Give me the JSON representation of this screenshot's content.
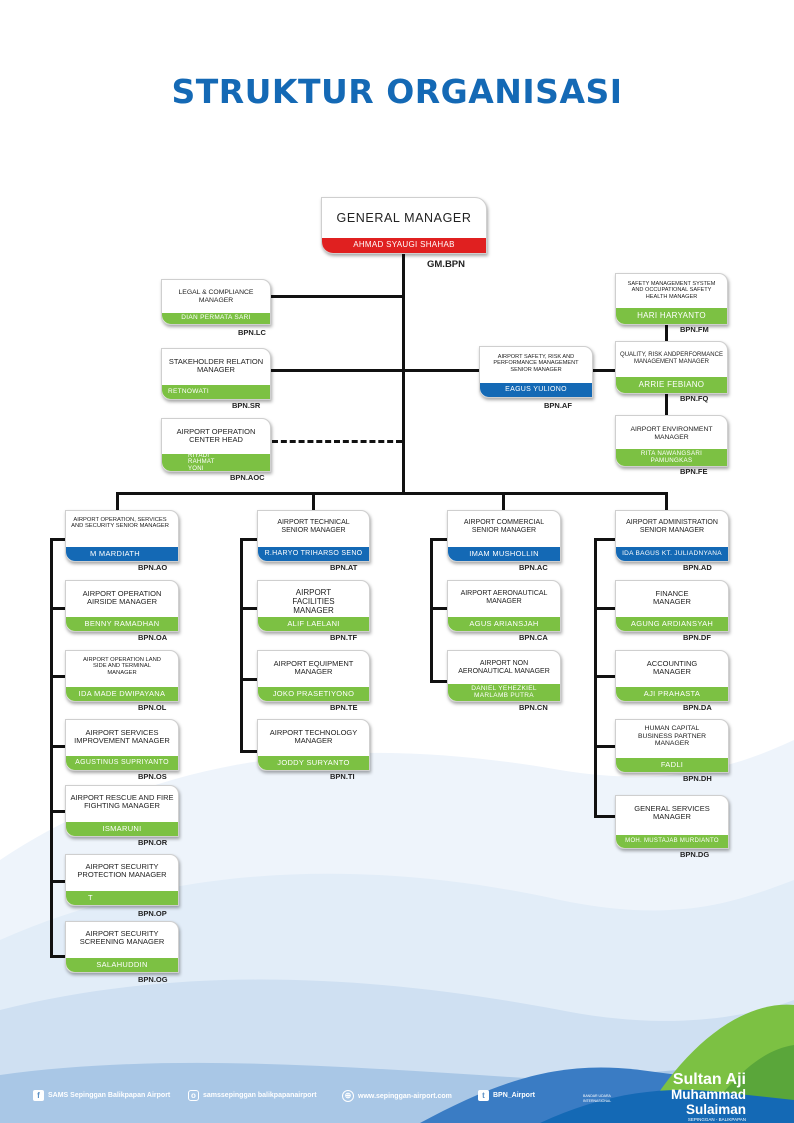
{
  "title": "STRUKTUR ORGANISASI",
  "colors": {
    "blue": "#1469b5",
    "green": "#7cc143",
    "red": "#e02020"
  },
  "gm": {
    "title": "GENERAL MANAGER",
    "name": "AHMAD SYAUGI SHAHAB",
    "code": "GM.BPN"
  },
  "lc": {
    "title": "LEGAL & COMPLIANCE MANAGER",
    "name": "DIAN PERMATA SARI",
    "code": "BPN.LC"
  },
  "sr": {
    "title": "STAKEHOLDER RELATION MANAGER",
    "name": "RETNOWATI",
    "code": "BPN.SR"
  },
  "aoc": {
    "title": "AIRPORT OPERATION CENTER HEAD",
    "name": "SELAMAT RIYADI RAHMAT YONI SAPUTRA",
    "code": "BPN.AOC"
  },
  "af": {
    "title": "AIRPORT SAFETY, RISK AND PERFORMANCE MANAGEMENT SENIOR MANAGER",
    "name": "EAGUS YULIONO",
    "code": "BPN.AF"
  },
  "fm": {
    "title": "SAFETY MANAGEMENT SYSTEM AND OCCUPATIONAL SAFETY HEALTH MANAGER",
    "name": "HARI HARYANTO",
    "code": "BPN.FM"
  },
  "fq": {
    "title": "QUALITY, RISK ANDPERFORMANCE MANAGEMENT MANAGER",
    "name": "ARRIE FEBIANO",
    "code": "BPN.FQ"
  },
  "fe": {
    "title": "AIRPORT ENVIRONMENT MANAGER",
    "name": "RITA NAWANGSARI PAMUNGKAS",
    "code": "BPN.FE"
  },
  "ao": {
    "title": "AIRPORT OPERATION, SERVICES AND SECURITY SENIOR MANAGER",
    "name": "M MARDIATH",
    "code": "BPN.AO"
  },
  "at": {
    "title": "AIRPORT TECHNICAL SENIOR MANAGER",
    "name": "R.HARYO TRIHARSO SENO",
    "code": "BPN.AT"
  },
  "ac": {
    "title": "AIRPORT COMMERCIAL SENIOR MANAGER",
    "name": "IMAM MUSHOLLIN",
    "code": "BPN.AC"
  },
  "ad": {
    "title": "AIRPORT ADMINISTRATION SENIOR MANAGER",
    "name": "IDA BAGUS KT. JULIADNYANA",
    "code": "BPN.AD"
  },
  "oa": {
    "title": "AIRPORT OPERATION AIRSIDE MANAGER",
    "name": "BENNY RAMADHAN",
    "code": "BPN.OA"
  },
  "ol": {
    "title": "AIRPORT OPERATION LAND SIDE AND TERMINAL MANAGER",
    "name": "IDA MADE DWIPAYANA",
    "code": "BPN.OL"
  },
  "os": {
    "title": "AIRPORT SERVICES IMPROVEMENT MANAGER",
    "name": "AGUSTINUS SUPRIYANTO",
    "code": "BPN.OS"
  },
  "or": {
    "title": "AIRPORT RESCUE AND FIRE FIGHTING MANAGER",
    "name": "ISMARUNI",
    "code": "BPN.OR"
  },
  "op": {
    "title": "AIRPORT SECURITY PROTECTION MANAGER",
    "name": "T",
    "code": "BPN.OP"
  },
  "og": {
    "title": "AIRPORT SECURITY SCREENING MANAGER",
    "name": "SALAHUDDIN",
    "code": "BPN.OG"
  },
  "tf": {
    "title": "AIRPORT FACILITIES MANAGER",
    "name": "ALIF LAELANI",
    "code": "BPN.TF"
  },
  "te": {
    "title": "AIRPORT EQUIPMENT MANAGER",
    "name": "JOKO PRASETIYONO",
    "code": "BPN.TE"
  },
  "ti": {
    "title": "AIRPORT TECHNOLOGY MANAGER",
    "name": "JODDY SURYANTO",
    "code": "BPN.TI"
  },
  "ca": {
    "title": "AIRPORT AERONAUTICAL MANAGER",
    "name": "AGUS ARIANSJAH",
    "code": "BPN.CA"
  },
  "cn": {
    "title": "AIRPORT NON AERONAUTICAL MANAGER",
    "name": "DANIEL YEHEZKIEL MARLAMB PUTRA",
    "code": "BPN.CN"
  },
  "df": {
    "title": "FINANCE MANAGER",
    "name": "AGUNG ARDIANSYAH",
    "code": "BPN.DF"
  },
  "da": {
    "title": "ACCOUNTING MANAGER",
    "name": "AJI PRAHASTA",
    "code": "BPN.DA"
  },
  "dh": {
    "title": "HUMAN CAPITAL BUSINESS PARTNER MANAGER",
    "name": "FADLI",
    "code": "BPN.DH"
  },
  "dg": {
    "title": "GENERAL SERVICES MANAGER",
    "name": "MOH. MUSTAJAB MURDIANTO",
    "code": "BPN.DG"
  },
  "footer": {
    "facebook": "SAMS Sepinggan Balikpapan Airport",
    "instagram": "samssepinggan balikpapanairport",
    "website": "www.sepinggan-airport.com",
    "twitter": "BPN_Airport",
    "brand_small": "BANDAR UDARA INTERNASIONAL",
    "brand_line1": "Sultan Aji",
    "brand_line2": "Muhammad Sulaiman",
    "brand_sub": "SEPINGGAN - BALIKPAPAN"
  },
  "icons": [
    "facebook-icon",
    "instagram-icon",
    "globe-icon",
    "twitter-icon"
  ]
}
